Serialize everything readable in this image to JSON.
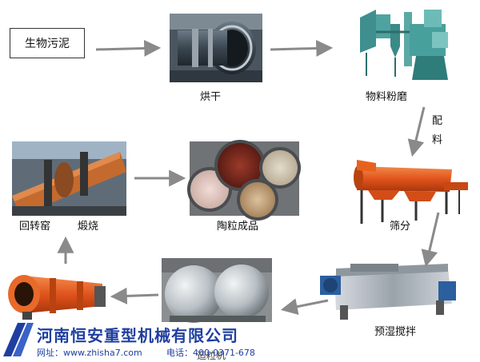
{
  "nodes": {
    "sludge": "生物污泥",
    "dryer": "烘干",
    "grind": "物料粉磨",
    "batching": "配料",
    "screen": "筛分",
    "premix": "预湿搅拌",
    "granulator": "造粒机",
    "kiln_left": "回转窑",
    "kiln_right": "煅烧",
    "product": "陶粒成品"
  },
  "footer": {
    "company": "河南恒安重型机械有限公司",
    "website": "网址：www.zhisha7.com",
    "phone": "电话：400-0371-678"
  },
  "colors": {
    "arrow": "#8a8a8a",
    "brand_blue": "#1f3fa0",
    "machine_orange": "#e0531c"
  }
}
